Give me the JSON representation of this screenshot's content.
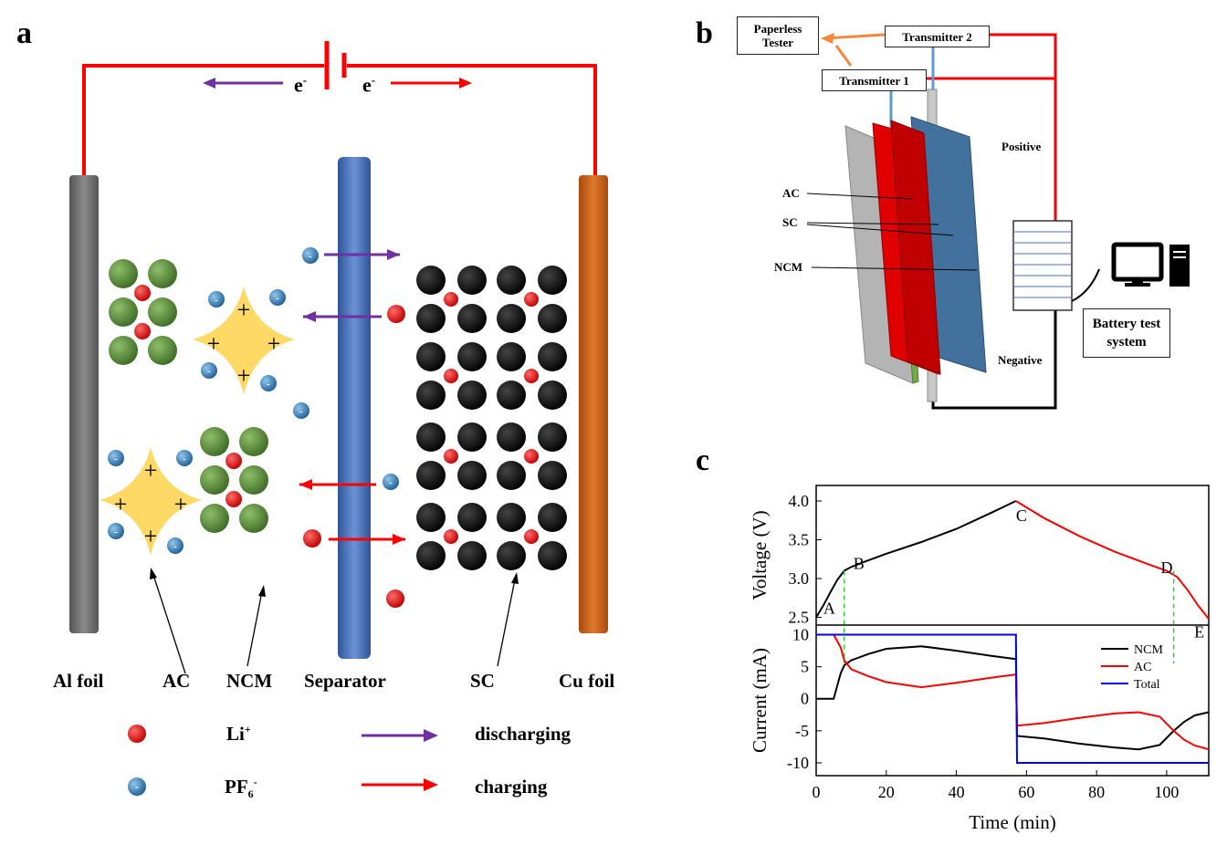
{
  "panels": {
    "a": "a",
    "b": "b",
    "c": "c"
  },
  "panel_a": {
    "electron_label": "e",
    "electron_sup": "-",
    "labels": {
      "al_foil": "Al foil",
      "ac": "AC",
      "ncm": "NCM",
      "separator": "Separator",
      "sc": "SC",
      "cu_foil": "Cu foil"
    },
    "legend": {
      "li": "Li",
      "li_sup": "+",
      "pf": "PF",
      "pf_sub": "6",
      "pf_sup": "-",
      "discharging": "discharging",
      "charging": "charging"
    },
    "colors": {
      "charge": "#ff0000",
      "discharge": "#7030a0",
      "li_ion": "#e00000",
      "pf6_ion": "#2e75b6",
      "ac_particle": "#ffd966",
      "ncm_particle": "#548235",
      "sc_particle": "#000000",
      "al_foil": "#6e6e6e",
      "cu_foil": "#c55a11",
      "separator": "#4472c4"
    }
  },
  "panel_b": {
    "paperless_tester": [
      "Paperless",
      "Tester"
    ],
    "transmitter_1": "Transmitter  1",
    "transmitter_2": "Transmitter  2",
    "positive": "Positive",
    "negative": "Negative",
    "battery_test_system": [
      "Battery test",
      "system"
    ],
    "layer_labels": {
      "ac": "AC",
      "sc": "SC",
      "ncm": "NCM"
    }
  },
  "chart_data": [
    {
      "type": "line",
      "ylabel": "Voltage (V)",
      "xlim": [
        0,
        112
      ],
      "ylim": [
        2.4,
        4.2
      ],
      "yticks": [
        "2.5",
        "3.0",
        "3.5",
        "4.0"
      ],
      "point_labels": [
        {
          "label": "A",
          "x": 1,
          "y": 2.5
        },
        {
          "label": "B",
          "x": 8,
          "y": 3.1
        },
        {
          "label": "C",
          "x": 57,
          "y": 4.0
        },
        {
          "label": "D",
          "x": 103,
          "y": 3.05
        },
        {
          "label": "E",
          "x": 111,
          "y": 2.5
        }
      ],
      "series": [
        {
          "color": "#000000",
          "x": [
            0,
            2,
            4,
            6,
            8,
            10,
            14,
            20,
            30,
            40,
            50,
            57
          ],
          "y": [
            2.5,
            2.65,
            2.82,
            2.98,
            3.1,
            3.15,
            3.22,
            3.32,
            3.47,
            3.64,
            3.85,
            4.0
          ]
        },
        {
          "color": "#ff0000",
          "x": [
            57,
            65,
            75,
            85,
            95,
            100,
            103,
            106,
            109,
            112
          ],
          "y": [
            4.0,
            3.78,
            3.55,
            3.35,
            3.18,
            3.1,
            3.02,
            2.85,
            2.65,
            2.48
          ]
        }
      ]
    },
    {
      "type": "line",
      "xlabel": "Time (min)",
      "ylabel": "Current (mA)",
      "xlim": [
        0,
        112
      ],
      "ylim": [
        -12,
        11.5
      ],
      "xticks": [
        "0",
        "20",
        "40",
        "60",
        "80",
        "100"
      ],
      "yticks": [
        "10",
        "5",
        "0",
        "-5",
        "-10"
      ],
      "legend_position": "top-right",
      "series": [
        {
          "name": "NCM",
          "color": "#000000",
          "x": [
            0,
            5,
            6,
            7,
            8,
            10,
            15,
            20,
            30,
            40,
            50,
            57,
            57.3,
            65,
            75,
            85,
            92,
            98,
            102,
            105,
            108,
            112
          ],
          "y": [
            0,
            0,
            2,
            4,
            5.2,
            6,
            7,
            7.8,
            8.2,
            7.5,
            6.7,
            6.2,
            -5.8,
            -6.2,
            -7.0,
            -7.6,
            -7.9,
            -7.2,
            -5.0,
            -3.6,
            -2.6,
            -2.1
          ]
        },
        {
          "name": "AC",
          "color": "#ff0000",
          "x": [
            0,
            5,
            7,
            8,
            10,
            15,
            20,
            30,
            40,
            50,
            57,
            57.3,
            65,
            75,
            85,
            92,
            98,
            102,
            105,
            108,
            112
          ],
          "y": [
            10,
            10,
            8,
            6,
            4.6,
            3.5,
            2.6,
            1.8,
            2.5,
            3.3,
            3.8,
            -4.2,
            -3.8,
            -3.0,
            -2.3,
            -2.1,
            -2.8,
            -5.0,
            -6.4,
            -7.3,
            -7.9
          ]
        },
        {
          "name": "Total",
          "color": "#0000ff",
          "x": [
            0,
            57,
            57.3,
            112
          ],
          "y": [
            10,
            10,
            -10,
            -10
          ]
        }
      ],
      "guides": [
        {
          "x": 8
        },
        {
          "x": 102
        }
      ]
    }
  ]
}
